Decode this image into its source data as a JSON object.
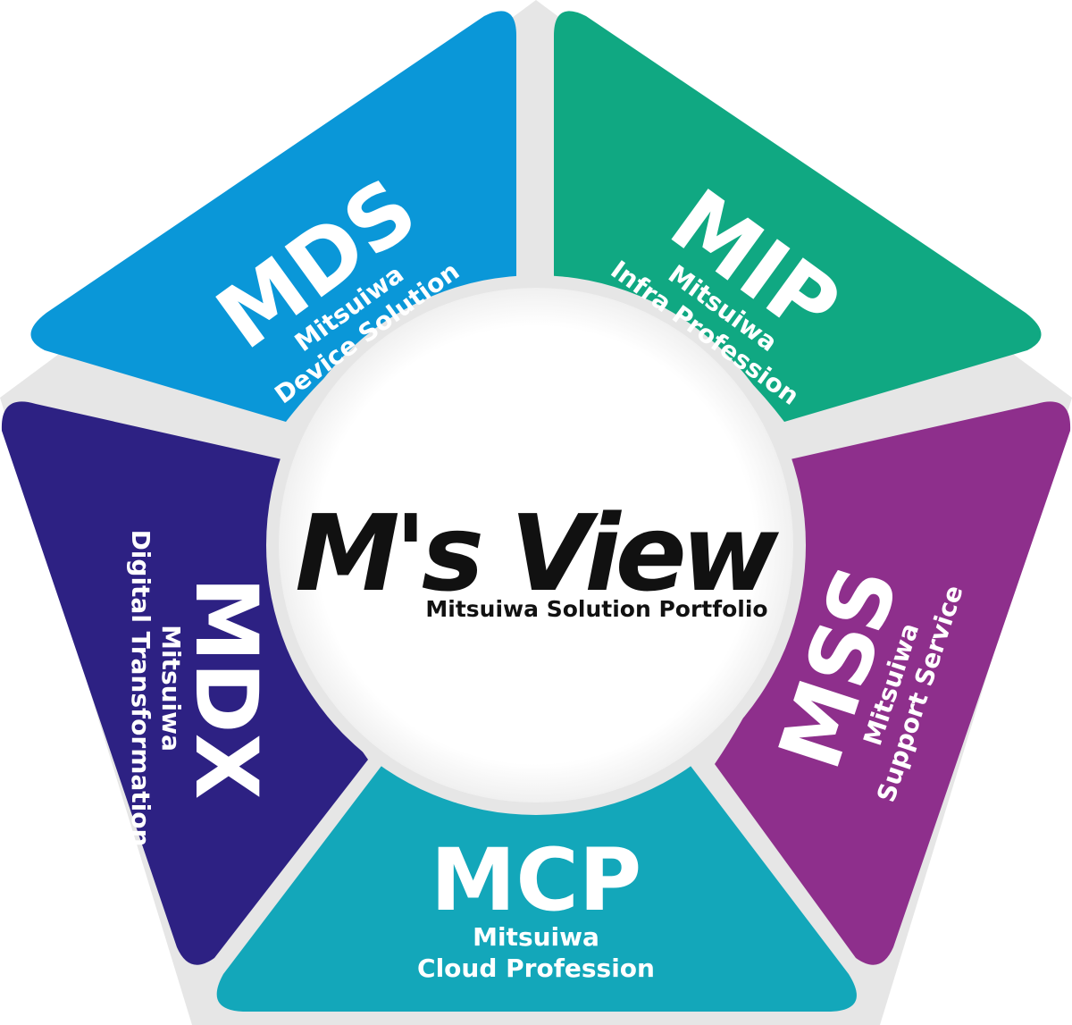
{
  "logo": {
    "title": "M's View",
    "subtitle": "Mitsuiwa Solution Portfolio"
  },
  "segments": [
    {
      "key": "mds",
      "abbr": "MDS",
      "line1": "Mitsuiwa",
      "line2": "Device Solution",
      "color": "#0A97D8"
    },
    {
      "key": "mip",
      "abbr": "MIP",
      "line1": "Mitsuiwa",
      "line2": "Infra Profession",
      "color": "#10A882"
    },
    {
      "key": "mss",
      "abbr": "MSS",
      "line1": "Mitsuiwa",
      "line2": "Support Service",
      "color": "#8E2F8C"
    },
    {
      "key": "mcp",
      "abbr": "MCP",
      "line1": "Mitsuiwa",
      "line2": "Cloud Profession",
      "color": "#13A7BA"
    },
    {
      "key": "mdx",
      "abbr": "MDX",
      "line1": "Mitsuiwa",
      "line2": "Digital Transformation",
      "color": "#2D2183"
    }
  ],
  "center_circle_color": "#ffffff",
  "gap_color": "#e6e6e6"
}
